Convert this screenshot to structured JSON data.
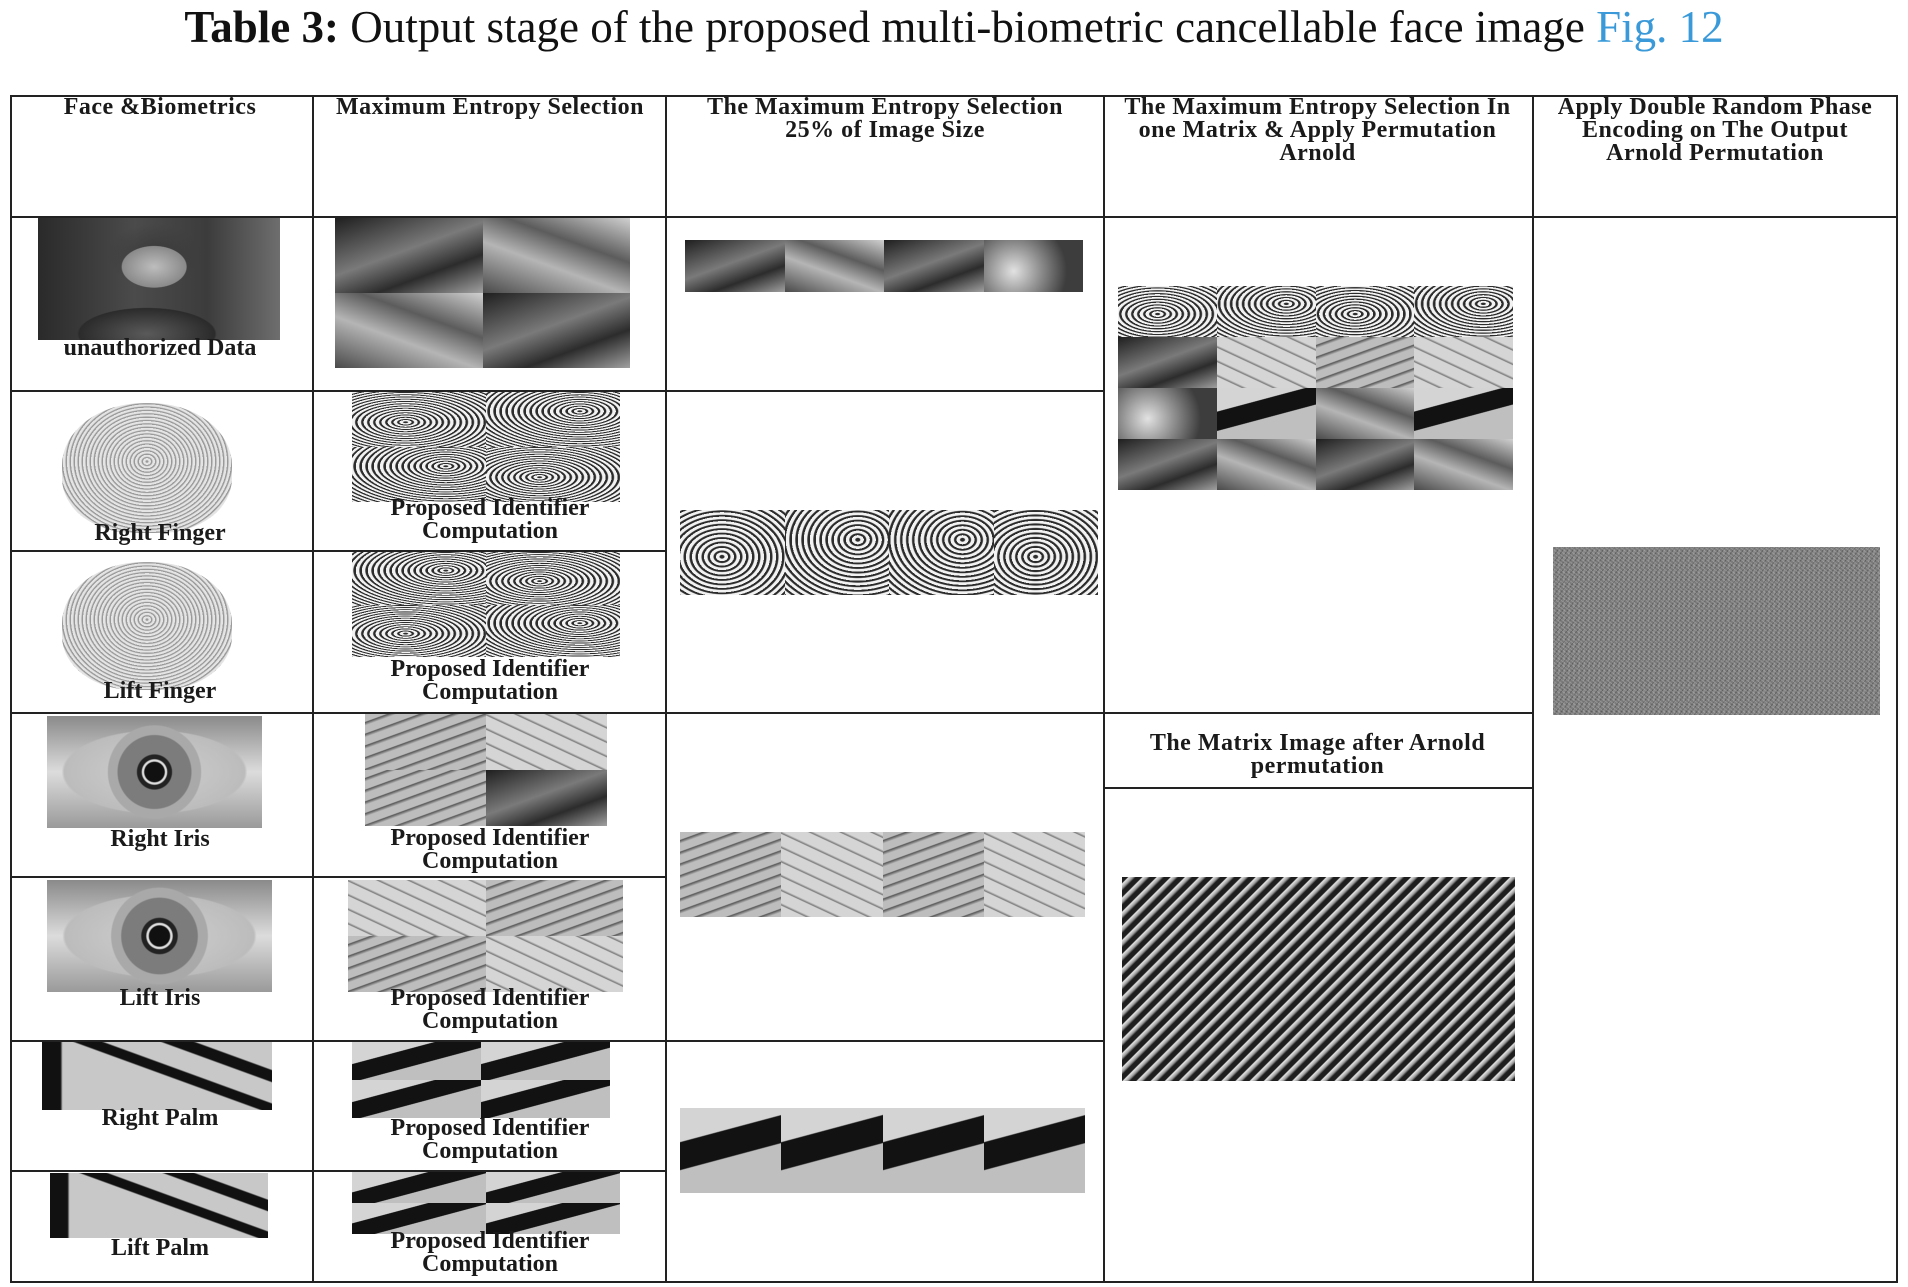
{
  "caption": {
    "label": "Table 3:",
    "text": "Output stage of the proposed multi-biometric cancellable face image",
    "link": "Fig. 12"
  },
  "headers": {
    "col1": "Face &Biometrics",
    "col2": "Maximum Entropy Selection",
    "col3": "The Maximum Entropy Selection 25% of Image Size",
    "col4": "The Maximum Entropy Selection In one Matrix & Apply Permutation Arnold",
    "col5": "Apply Double Random Phase Encoding on The Output Arnold Permutation"
  },
  "rows": {
    "face": {
      "input_label": "unauthorized Data"
    },
    "right_finger": {
      "input_label": "Right Finger",
      "identifier_label": "Proposed Identifier Computation"
    },
    "left_finger": {
      "input_label": "Lift Finger",
      "identifier_label": "Proposed Identifier Computation"
    },
    "right_iris": {
      "input_label": "Right Iris",
      "identifier_label": "Proposed Identifier Computation"
    },
    "left_iris": {
      "input_label": "Lift Iris",
      "identifier_label": "Proposed Identifier Computation"
    },
    "right_palm": {
      "input_label": "Right Palm",
      "identifier_label": "Proposed Identifier Computation"
    },
    "left_palm": {
      "input_label": "Lift Palm",
      "identifier_label": "Proposed Identifier Computation"
    }
  },
  "matrix_section": {
    "arnold_label": "The Matrix Image after Arnold permutation"
  }
}
